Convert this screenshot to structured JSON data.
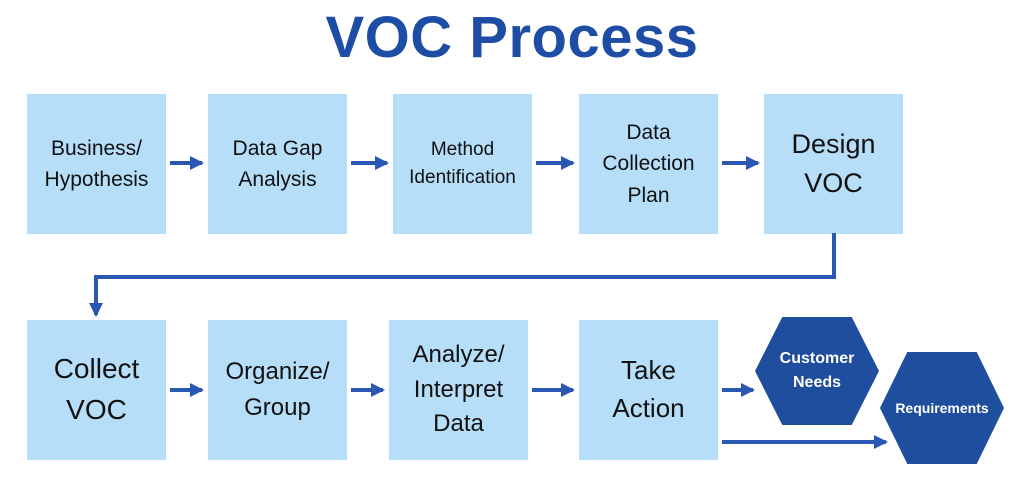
{
  "title": "VOC Process",
  "colors": {
    "background": "#ffffff",
    "title_blue": "#1e4da6",
    "box_fill": "#b7def8",
    "box_text": "#111111",
    "arrow_blue": "#2a57b4",
    "hex_fill": "#1f4e9e",
    "hex_text": "#ffffff"
  },
  "flow": {
    "top_row": [
      {
        "label": "Business/\nHypothesis"
      },
      {
        "label": "Data Gap\nAnalysis"
      },
      {
        "label": "Method\nIdentification"
      },
      {
        "label": "Data\nCollection\nPlan"
      },
      {
        "label": "Design\nVOC"
      }
    ],
    "bottom_row": [
      {
        "label": "Collect\nVOC"
      },
      {
        "label": "Organize/\nGroup"
      },
      {
        "label": "Analyze/\nInterpret\nData"
      },
      {
        "label": "Take\nAction"
      }
    ],
    "outputs": [
      {
        "label": "Customer\nNeeds"
      },
      {
        "label": "Requirements"
      }
    ]
  }
}
